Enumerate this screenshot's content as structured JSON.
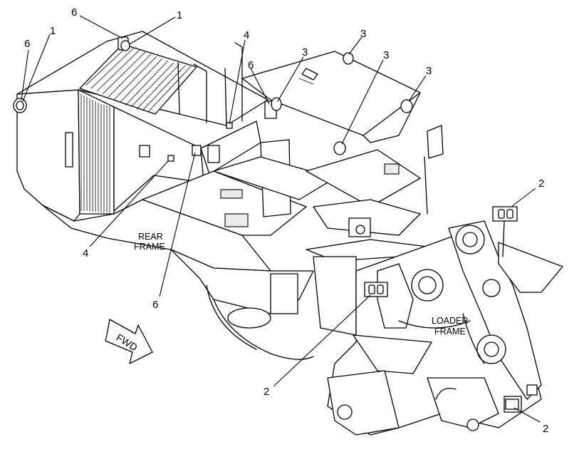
{
  "labels": {
    "rear_frame_line1": "REAR",
    "rear_frame_line2": "FRAME",
    "loader_frame_line1": "LOADER",
    "loader_frame_line2": "FRAME",
    "fwd_arrow": "FWD"
  },
  "callouts": {
    "c6_top_left": "6",
    "c1_top": "1",
    "c6_left": "6",
    "c1_left": "1",
    "c4_top": "4",
    "c3_top": "3",
    "c6_mid": "6",
    "c3_right_a": "3",
    "c3_right_b": "3",
    "c3_right_c": "3",
    "c2_right": "2",
    "c4_bottom_left": "4",
    "c6_bottom": "6",
    "c2_bottom_center": "2",
    "c2_bottom_right": "2"
  }
}
